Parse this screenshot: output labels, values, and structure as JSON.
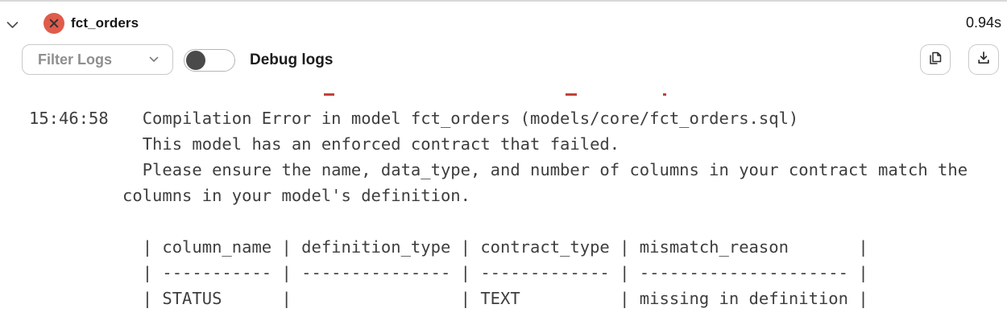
{
  "window": {
    "top_border_color": "#d8d8d8",
    "background_color": "#ffffff"
  },
  "header": {
    "collapse_icon": "chevron-down-icon",
    "status_icon": "error-circle-x-icon",
    "status_color": "#e05b4b",
    "title": "fct_orders",
    "duration": "0.94s"
  },
  "toolbar": {
    "filter_button": {
      "label": "Filter Logs",
      "chevron_icon": "chevron-down-icon"
    },
    "debug_toggle": {
      "state": "off",
      "knob_color": "#4a4a4a"
    },
    "debug_label": "Debug logs",
    "copy_button": {
      "icon": "copy-icon"
    },
    "download_button": {
      "icon": "download-icon"
    }
  },
  "log": {
    "text_color": "#3e3e3e",
    "error_accent_color": "#c2423a",
    "prev_line_fragment": "red underscore remnants of clipped previous log line",
    "entry": {
      "timestamp": "15:46:58",
      "message": "  Compilation Error in model fct_orders (models/core/fct_orders.sql)\n  This model has an enforced contract that failed.\n  Please ensure the name, data_type, and number of columns in your contract match the columns in your model's definition.\n\n  | column_name | definition_type | contract_type | mismatch_reason       |\n  | ----------- | --------------- | ------------- | --------------------- |\n  | STATUS      |                 | TEXT          | missing in definition |"
    },
    "table": {
      "headers": [
        "column_name",
        "definition_type",
        "contract_type",
        "mismatch_reason"
      ],
      "rows": [
        [
          "STATUS",
          "",
          "TEXT",
          "missing in definition"
        ]
      ]
    }
  }
}
